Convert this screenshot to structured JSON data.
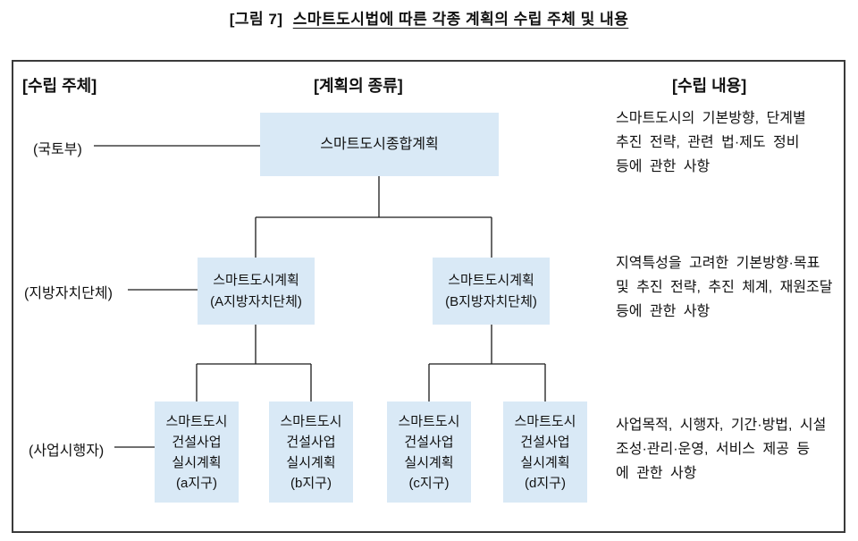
{
  "title": {
    "prefix": "[그림 7]",
    "main": "스마트도시법에 따른 각종 계획의 수립 주체 및 내용"
  },
  "headers": {
    "left": "[수립 주체]",
    "center": "[계획의 종류]",
    "right": "[수립 내용]"
  },
  "subjects": [
    "(국토부)",
    "(지방자치단체)",
    "(사업시행자)"
  ],
  "boxes": {
    "top": "스마트도시종합계획",
    "mid": [
      "스마트도시계획\n(A지방자치단체)",
      "스마트도시계획\n(B지방자치단체)"
    ],
    "bottom": [
      "스마트도시\n건설사업\n실시계획\n(a지구)",
      "스마트도시\n건설사업\n실시계획\n(b지구)",
      "스마트도시\n건설사업\n실시계획\n(c지구)",
      "스마트도시\n건설사업\n실시계획\n(d지구)"
    ]
  },
  "contents": [
    "스마트도시의 기본방향, 단계별\n추진 전략, 관련 법·제도 정비\n등에 관한 사항",
    "지역특성을 고려한 기본방향·목표\n및 추진 전략, 추진 체계, 재원조달\n등에 관한 사항",
    "사업목적, 시행자, 기간·방법, 시설\n조성·관리·운영, 서비스 제공 등\n에 관한 사항"
  ],
  "colors": {
    "box_fill": "#d9e9f6",
    "line": "#1a1a1a",
    "border": "#3a3a3a"
  }
}
